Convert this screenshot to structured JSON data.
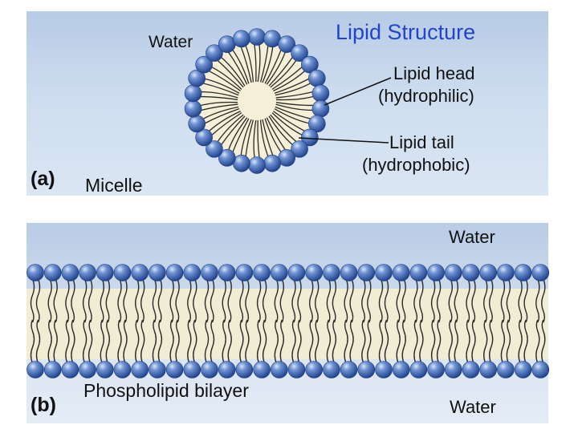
{
  "title": "Lipid Structure",
  "panel_a": {
    "letter": "(a)",
    "water_label": "Water",
    "micelle_label": "Micelle",
    "head_label_line1": "Lipid head",
    "head_label_line2": "(hydrophilic)",
    "tail_label_line1": "Lipid tail",
    "tail_label_line2": "(hydrophobic)"
  },
  "panel_b": {
    "letter": "(b)",
    "water_top_label": "Water",
    "bilayer_label": "Phospholipid bilayer",
    "water_bottom_label": "Water"
  },
  "colors": {
    "head": "#3f68b8",
    "head_highlight": "#c7dbf4",
    "tail": "#2a2a2a",
    "core": "#f4efd6",
    "title": "#2244cc",
    "water": "#c7d8ee"
  }
}
